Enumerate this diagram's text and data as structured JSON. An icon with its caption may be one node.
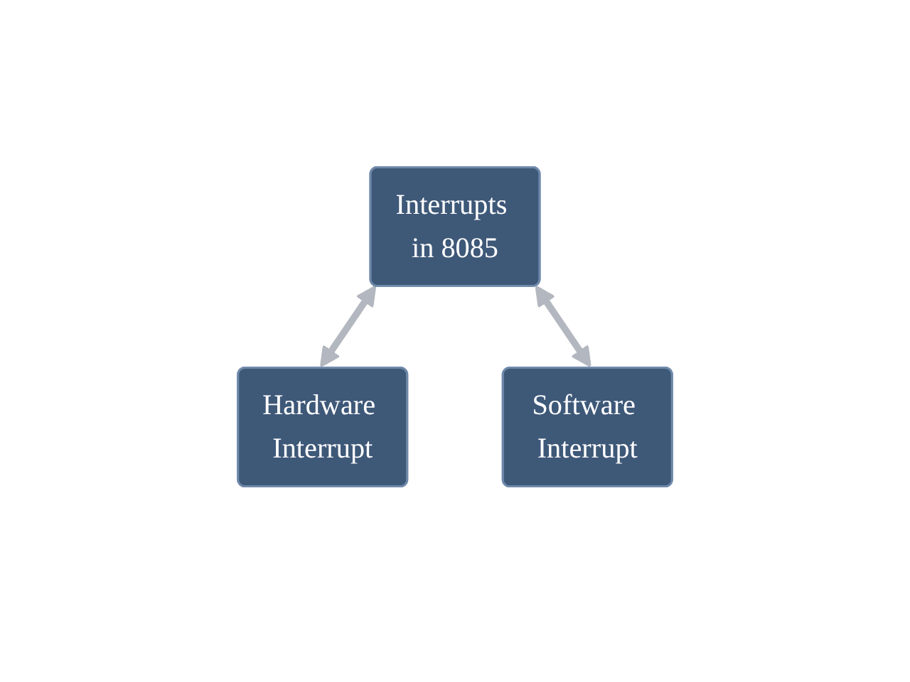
{
  "diagram": {
    "nodes": [
      {
        "text": [
          "Interrupts in 8085"
        ]
      },
      {
        "text": [
          "Hardware Interrupt"
        ]
      },
      {
        "text": [
          "Software Interrupt"
        ]
      }
    ],
    "edges": [
      {
        "from": 0,
        "to": 1,
        "arrow": "both"
      },
      {
        "from": 0,
        "to": 2,
        "arrow": "both"
      }
    ]
  }
}
